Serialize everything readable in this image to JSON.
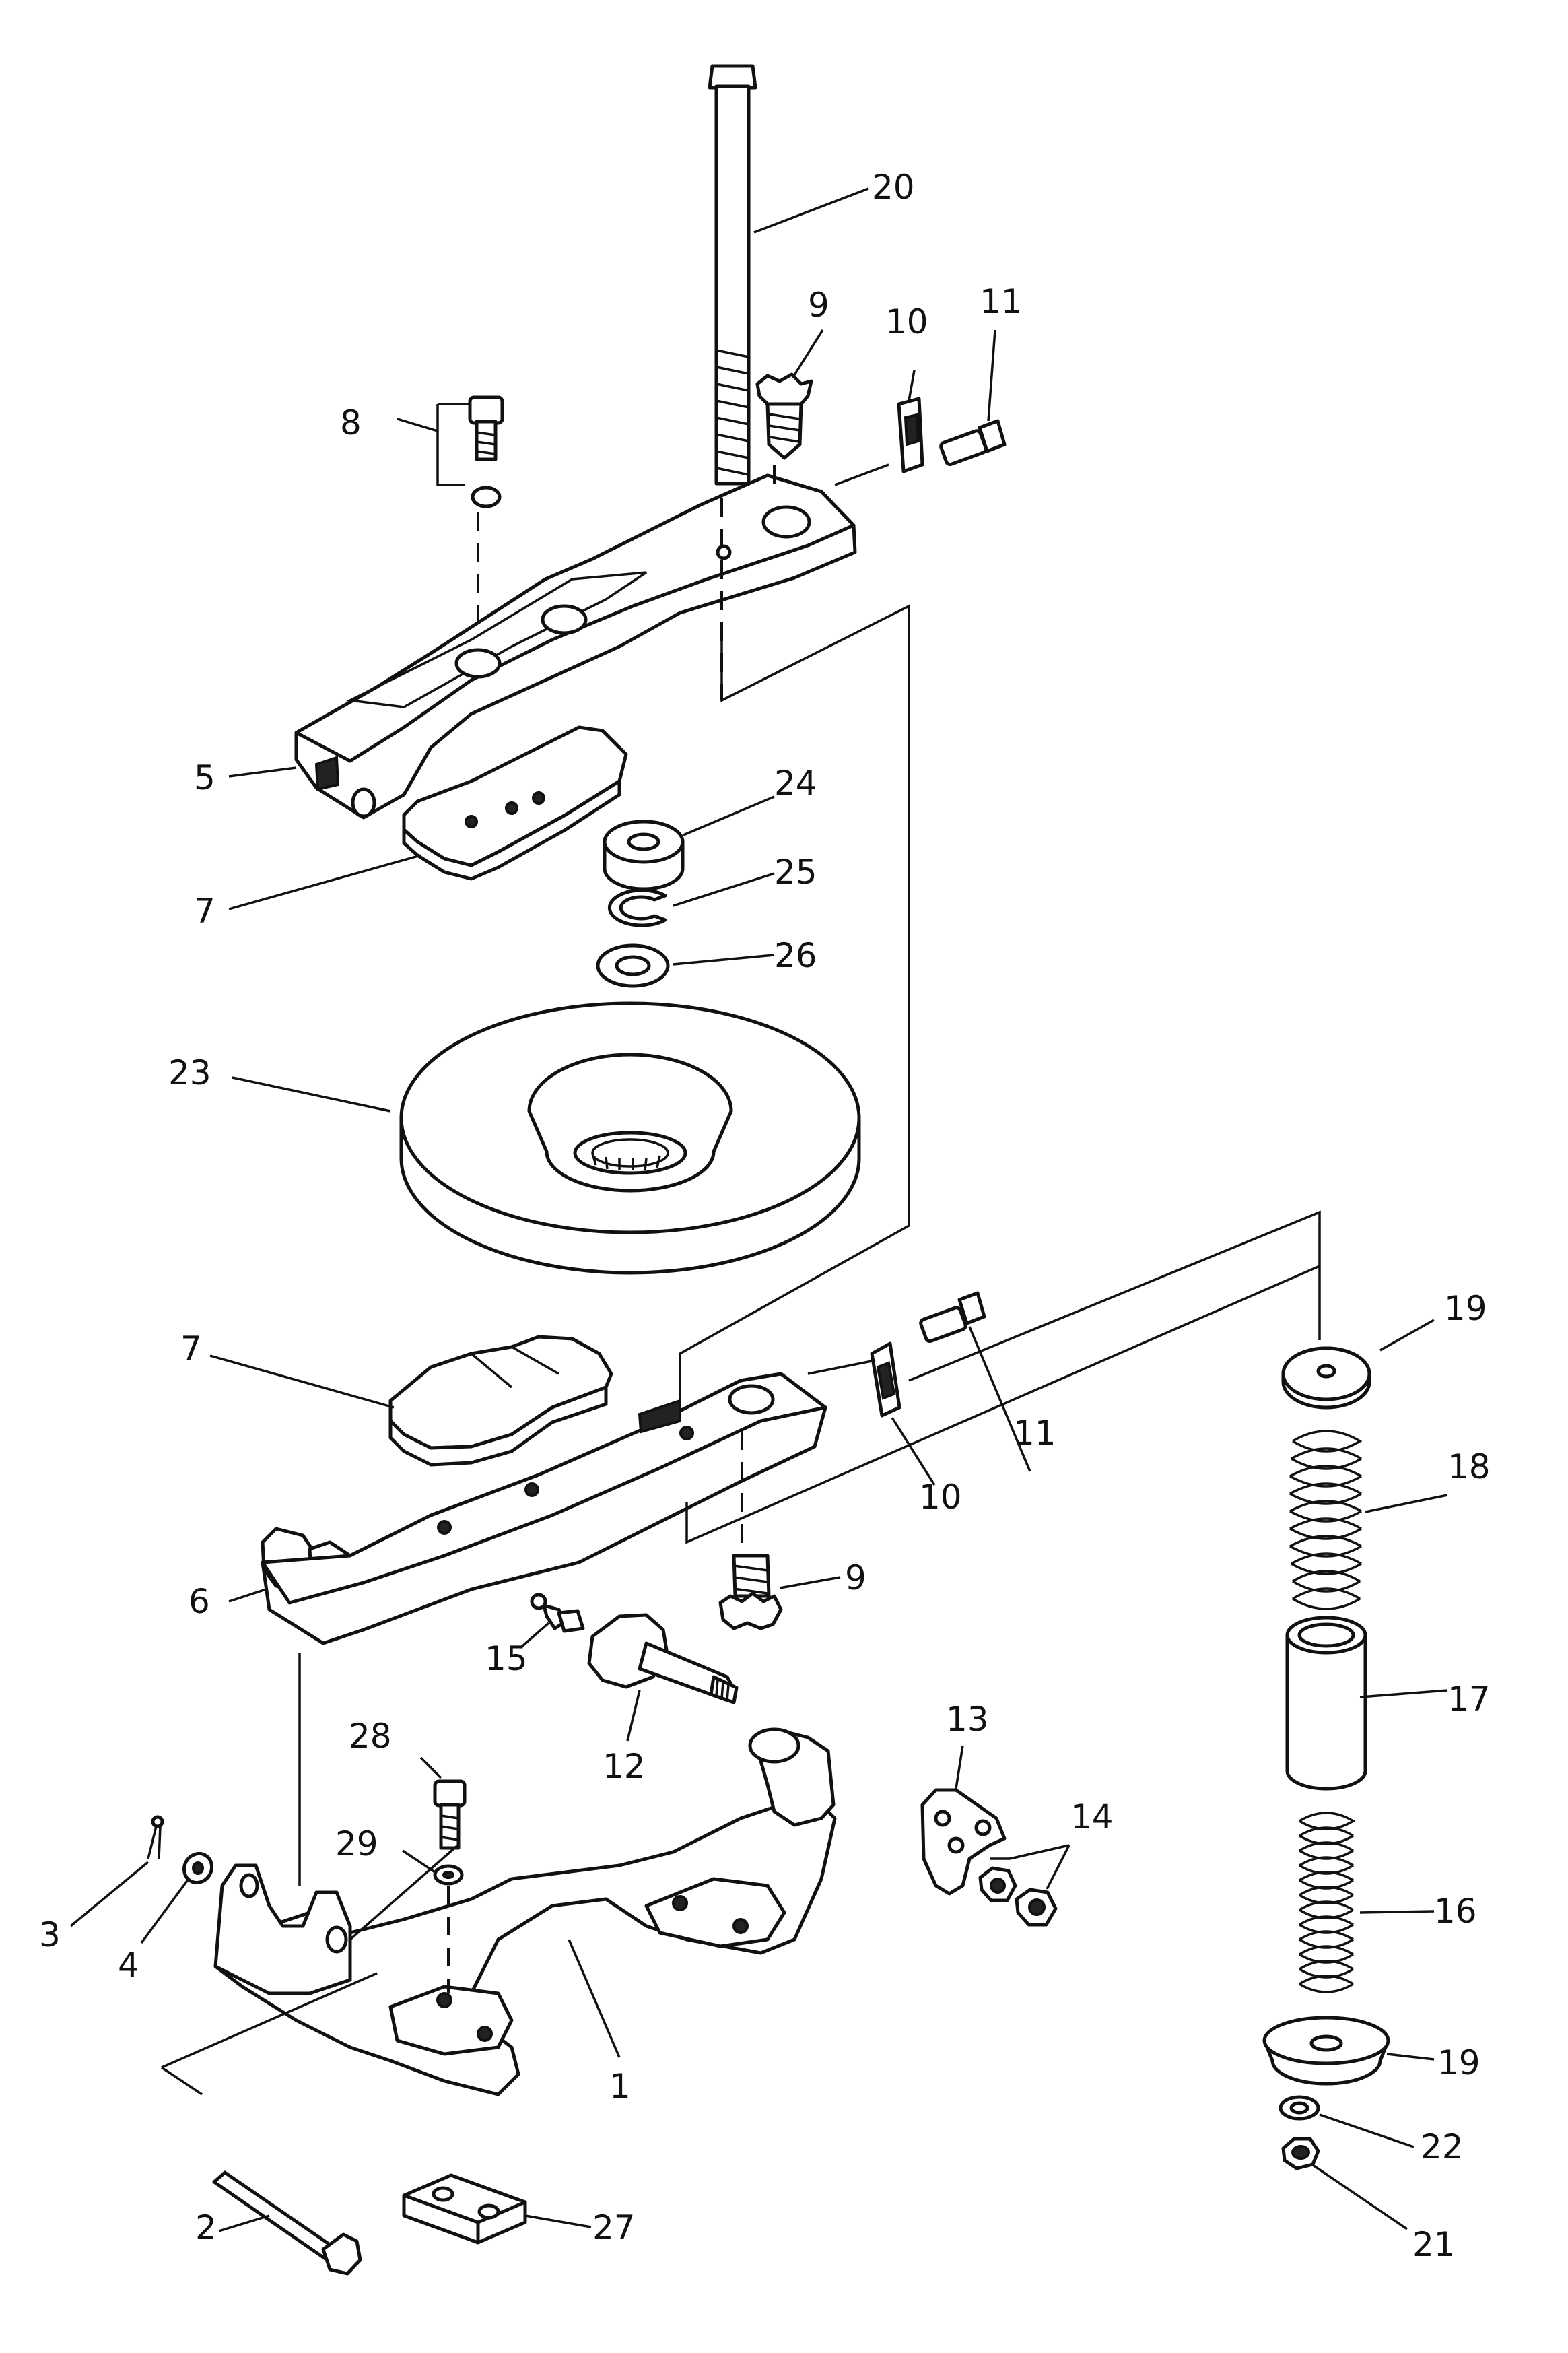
{
  "callouts": [
    "1",
    "2",
    "3",
    "4",
    "5",
    "6",
    "7",
    "7",
    "8",
    "9",
    "9",
    "10",
    "10",
    "11",
    "11",
    "12",
    "13",
    "14",
    "15",
    "16",
    "17",
    "18",
    "19",
    "19",
    "20",
    "21",
    "22",
    "23",
    "24",
    "25",
    "26",
    "27",
    "28",
    "29"
  ]
}
